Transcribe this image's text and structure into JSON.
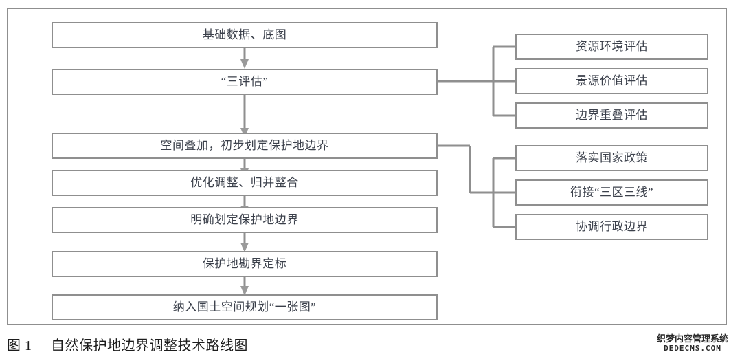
{
  "figure": {
    "caption_number": "图 1",
    "caption_text": "自然保护地边界调整技术路线图"
  },
  "colors": {
    "box_border": "#8f8f8f",
    "box_fill": "#ffffff",
    "text": "#3b404b",
    "connector": "#8f8f8f",
    "frame_border": "#8f8f8f",
    "caption_text": "#1c1c1c",
    "page_background": "#ffffff"
  },
  "diagram": {
    "type": "flowchart",
    "orientation": "top-to-bottom with right-side branch groups",
    "main_flow": [
      {
        "id": "n1",
        "label": "基础数据、底图"
      },
      {
        "id": "n2",
        "label": "“三评估”"
      },
      {
        "id": "n3",
        "label": "空间叠加，初步划定保护地边界"
      },
      {
        "id": "n4",
        "label": "优化调整、归并整合"
      },
      {
        "id": "n5",
        "label": "明确划定保护地边界"
      },
      {
        "id": "n6",
        "label": "保护地勘界定标"
      },
      {
        "id": "n7",
        "label": "纳入国土空间规划“一张图”"
      }
    ],
    "main_flow_arrows": [
      {
        "from": "n1",
        "to": "n2"
      },
      {
        "from": "n2",
        "to": "n3"
      },
      {
        "from": "n3",
        "to": "n4"
      },
      {
        "from": "n4",
        "to": "n5"
      },
      {
        "from": "n5",
        "to": "n6"
      },
      {
        "from": "n6",
        "to": "n7"
      }
    ],
    "branch_groups": [
      {
        "id": "g1",
        "source": "n2",
        "source_label": "“三评估”",
        "items": [
          {
            "id": "g1a",
            "label": "资源环境评估"
          },
          {
            "id": "g1b",
            "label": "景源价值评估"
          },
          {
            "id": "g1c",
            "label": "边界重叠评估"
          }
        ]
      },
      {
        "id": "g2",
        "source": "n3",
        "source_label": "空间叠加，初步划定保护地边界",
        "items": [
          {
            "id": "g2a",
            "label": "落实国家政策"
          },
          {
            "id": "g2b",
            "label": "衔接“三区三线”"
          },
          {
            "id": "g2c",
            "label": "协调行政边界"
          }
        ]
      }
    ]
  },
  "watermark": {
    "chinese": "织梦内容管理系统",
    "latin": "DEDECMS.COM"
  }
}
